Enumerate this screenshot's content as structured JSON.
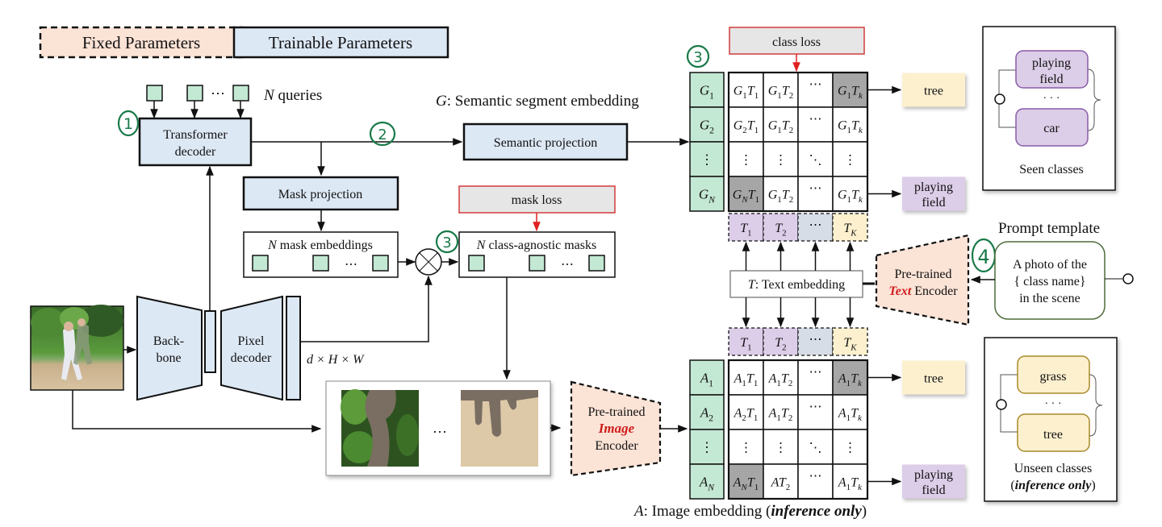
{
  "legend": {
    "fixed": "Fixed Parameters",
    "trainable": "Trainable Parameters"
  },
  "colors": {
    "fixed_fill": "#fbe3d6",
    "trainable_fill": "#dde8f5",
    "embedding_fill": "#c3e8d3",
    "loss_fill": "#e6e6e6",
    "loss_border": "#d23b3b",
    "loss_arrow": "#e02020",
    "highlight_cell": "#a6a6a6",
    "tree_fill": "#fdf0cf",
    "playing_field_fill": "#dccde8",
    "text_dots_fill": "#d6dde6",
    "annotation": "#1a7a4a",
    "red_text": "#d01c1c"
  },
  "annotations": {
    "step1": "1",
    "step2": "2",
    "step3a": "3",
    "step3b": "3",
    "step4": "4"
  },
  "queries": {
    "label_var": "N",
    "label_rest": " queries",
    "dots": "⋯"
  },
  "transformer_decoder": {
    "line1": "Transformer",
    "line2": "decoder"
  },
  "mask_projection": "Mask projection",
  "mask_embeddings": {
    "var": "N",
    "label": " mask embeddings",
    "dots": "⋯"
  },
  "class_agnostic_masks": {
    "var": "N",
    "label": " class-agnostic masks",
    "dots": "⋯"
  },
  "mask_loss": "mask loss",
  "class_loss": "class loss",
  "backbone": {
    "line1": "Back-",
    "line2": "bone"
  },
  "pixel_decoder": {
    "line1": "Pixel",
    "line2": "decoder"
  },
  "feature_shape": "d × H × W",
  "semantic_projection": "Semantic projection",
  "semantic_embedding_caption": {
    "var": "G",
    "label": ": Semantic segment embedding"
  },
  "image_embedding_caption": {
    "var": "A",
    "label": ": Image embedding (",
    "bold": "inference only",
    "end": ")"
  },
  "masked_crops_dots": "…",
  "image_encoder": {
    "line1": "Pre-trained",
    "line2": "Image",
    "line3": "Encoder"
  },
  "text_encoder": {
    "line1": "Pre-trained",
    "line2a": "Text",
    "line2b": " Encoder"
  },
  "text_embedding": {
    "var": "T",
    "label": ": Text embedding"
  },
  "prompt_template": {
    "title": "Prompt template",
    "line1": "A photo of the",
    "line2": "{ class name}",
    "line3": "in the scene"
  },
  "seen_classes": {
    "items": [
      "playing\nfield",
      "car"
    ],
    "dots": "· · ·",
    "caption": "Seen classes"
  },
  "unseen_classes": {
    "items": [
      "grass",
      "tree"
    ],
    "dots": "· · ·",
    "caption": "Unseen classes",
    "caption2_open": "(",
    "caption2_bold": "inference only",
    "caption2_close": ")"
  },
  "text_tokens": [
    "T1",
    "T2",
    "⋯",
    "TK"
  ],
  "g_matrix": {
    "rows": [
      "G1",
      "G2",
      "⋮",
      "GN"
    ],
    "cells": [
      [
        "G1T1",
        "G1T2",
        "⋯",
        "G1Tk"
      ],
      [
        "G2T1",
        "G1T2",
        "⋯",
        "G1Tk"
      ],
      [
        "⋮",
        "⋮",
        "⋱",
        "⋮"
      ],
      [
        "GNT1",
        "G1T2",
        "⋯",
        "G1Tk"
      ]
    ],
    "highlight": [
      [
        0,
        3
      ],
      [
        3,
        0
      ]
    ],
    "outputs": [
      {
        "row": 0,
        "label": "tree"
      },
      {
        "row": 3,
        "label": "playing\nfield"
      }
    ]
  },
  "a_matrix": {
    "rows": [
      "A1",
      "A2",
      "⋮",
      "AN"
    ],
    "cells": [
      [
        "A1T1",
        "A1T2",
        "⋯",
        "A1Tk"
      ],
      [
        "A2T1",
        "A1T2",
        "⋯",
        "A1Tk"
      ],
      [
        "⋮",
        "⋮",
        "⋱",
        "⋮"
      ],
      [
        "ANT1",
        "AT2",
        "⋯",
        "A1Tk"
      ]
    ],
    "highlight": [
      [
        0,
        3
      ],
      [
        3,
        0
      ]
    ],
    "outputs": [
      {
        "row": 0,
        "label": "tree"
      },
      {
        "row": 3,
        "label": "playing\nfield"
      }
    ]
  }
}
